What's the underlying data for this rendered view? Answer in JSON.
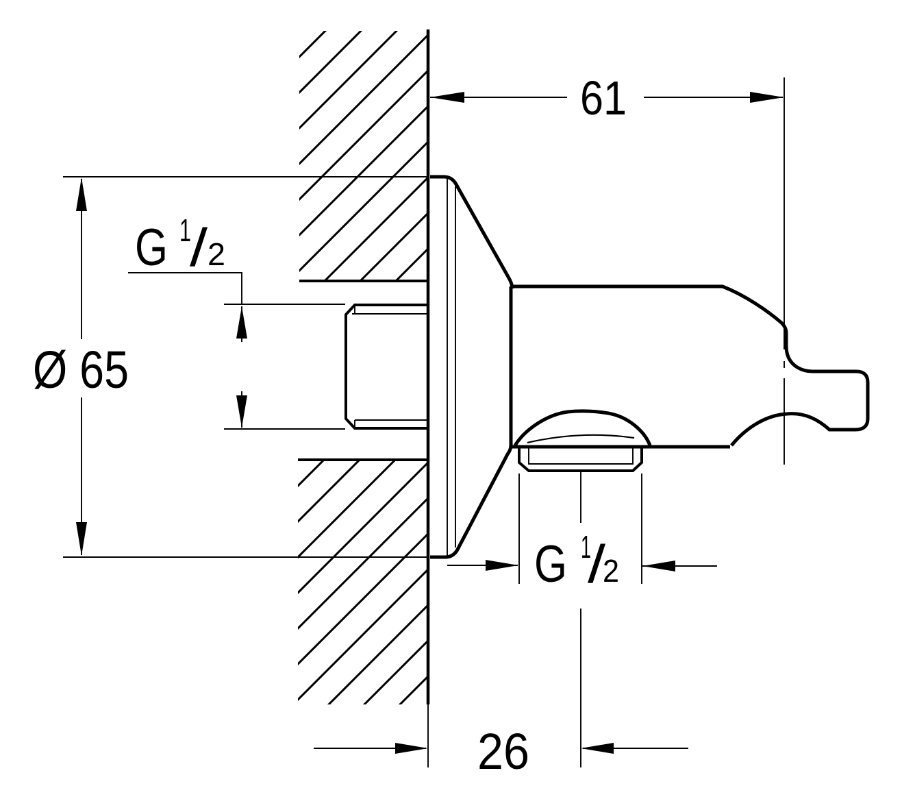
{
  "document": {
    "type": "technical-dimension-drawing",
    "subject": "Wall-mounted shower outlet union with hand shower holder, side section view"
  },
  "colors": {
    "line": "#000000",
    "background": "#ffffff"
  },
  "labels": {
    "depth_from_wall": "61",
    "outlet_offset_from_wall": "26",
    "escutcheon_diameter": "Ø 65",
    "thread_wall": {
      "g": "G",
      "num": "1",
      "slash": "/",
      "den": "2"
    },
    "thread_outlet": {
      "g": "G",
      "num": "1",
      "slash": "/",
      "den": "2"
    }
  }
}
